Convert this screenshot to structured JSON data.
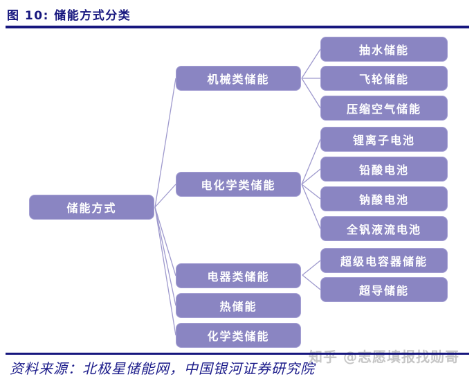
{
  "title": "图 10: 储能方式分类",
  "tree": {
    "root": {
      "label": "储能方式"
    },
    "branches": [
      {
        "label": "机械类储能",
        "children": [
          "抽水储能",
          "飞轮储能",
          "压缩空气储能"
        ]
      },
      {
        "label": "电化学类储能",
        "children": [
          "锂离子电池",
          "铅酸电池",
          "钠酸电池",
          "全钒液流电池"
        ]
      },
      {
        "label": "电器类储能",
        "children": [
          "超级电容器储能",
          "超导储能"
        ]
      },
      {
        "label": "热储能",
        "children": []
      },
      {
        "label": "化学类储能",
        "children": []
      }
    ]
  },
  "footer": {
    "source": "资料来源：北极星储能网，中国银河证券研究院"
  },
  "watermark": "知乎 @志愿填报找勋哥",
  "colors": {
    "accent_navy": "#16167e",
    "node_fill": "#8a85c2",
    "node_border": "#a49fd3",
    "connector": "#9e99cd",
    "watermark_gray": "#c6c6c6",
    "node_text": "#ffffff"
  }
}
